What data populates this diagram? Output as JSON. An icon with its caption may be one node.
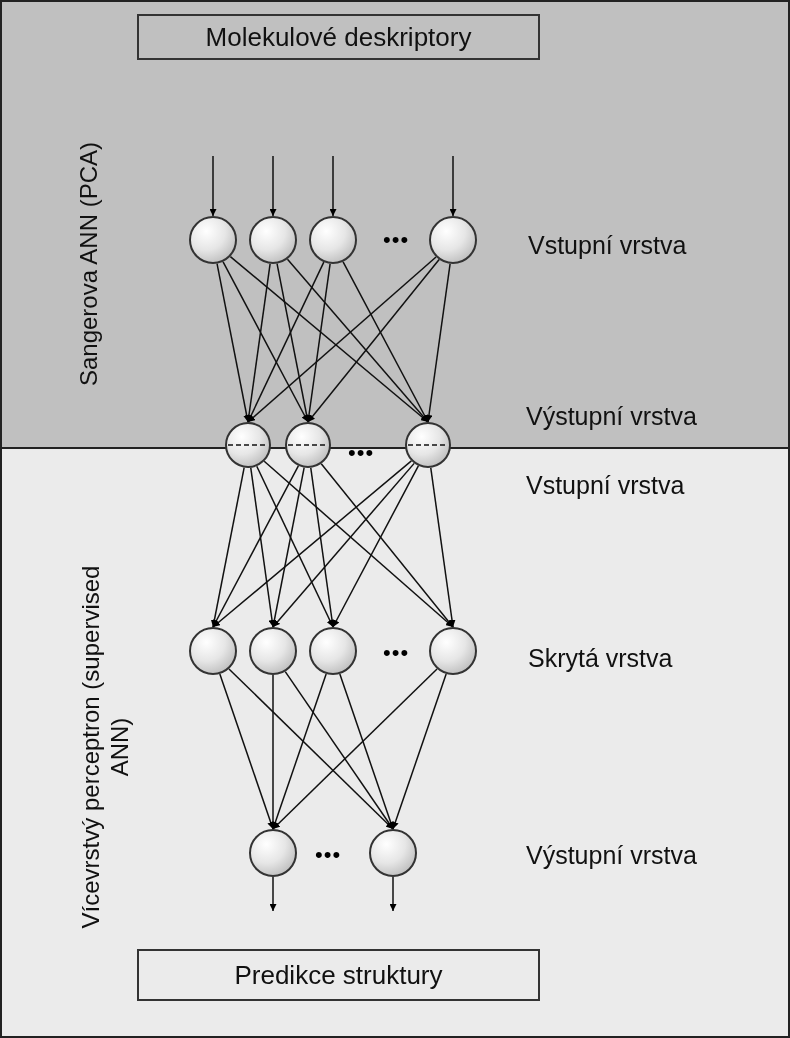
{
  "diagram": {
    "nodes": [
      {
        "text": [
          "Sangerova ANN (PCA)"
        ]
      },
      {
        "text": [
          "Molekulové deskriptory"
        ],
        "in": 0
      },
      {
        "text": [],
        "shape": "circle",
        "in": 0
      },
      {
        "text": [],
        "shape": "circle",
        "in": 0
      },
      {
        "text": [],
        "shape": "circle",
        "in": 0
      },
      {
        "text": [],
        "shape": "circle",
        "in": 0
      },
      {
        "text": [],
        "shape": "circle"
      },
      {
        "text": [],
        "shape": "circle"
      },
      {
        "text": [],
        "shape": "circle"
      },
      {
        "text": [
          "Vícevrstvý perceptron (supervised ANN)"
        ]
      },
      {
        "text": [],
        "shape": "circle",
        "in": 9
      },
      {
        "text": [],
        "shape": "circle",
        "in": 9
      },
      {
        "text": [],
        "shape": "circle",
        "in": 9
      },
      {
        "text": [],
        "shape": "circle",
        "in": 9
      },
      {
        "text": [],
        "shape": "circle",
        "in": 9
      },
      {
        "text": [],
        "shape": "circle",
        "in": 9
      },
      {
        "text": [
          "Predikce struktury"
        ],
        "in": 9
      }
    ],
    "edges": [
      {
        "from": null,
        "to": 2,
        "arrow": "to"
      },
      {
        "from": null,
        "to": 3,
        "arrow": "to"
      },
      {
        "from": null,
        "to": 4,
        "arrow": "to"
      },
      {
        "from": null,
        "to": 5,
        "arrow": "to"
      },
      {
        "from": 2,
        "to": 6,
        "arrow": "to"
      },
      {
        "from": 2,
        "to": 7,
        "arrow": "to"
      },
      {
        "from": 2,
        "to": 8,
        "arrow": "to"
      },
      {
        "from": 3,
        "to": 6,
        "arrow": "to"
      },
      {
        "from": 3,
        "to": 7,
        "arrow": "to"
      },
      {
        "from": 3,
        "to": 8,
        "arrow": "to"
      },
      {
        "from": 4,
        "to": 6,
        "arrow": "to"
      },
      {
        "from": 4,
        "to": 7,
        "arrow": "to"
      },
      {
        "from": 4,
        "to": 8,
        "arrow": "to"
      },
      {
        "from": 5,
        "to": 6,
        "arrow": "to"
      },
      {
        "from": 5,
        "to": 7,
        "arrow": "to"
      },
      {
        "from": 5,
        "to": 8,
        "arrow": "to"
      },
      {
        "from": 6,
        "to": 10,
        "arrow": "to"
      },
      {
        "from": 6,
        "to": 11,
        "arrow": "to"
      },
      {
        "from": 6,
        "to": 12,
        "arrow": "to"
      },
      {
        "from": 6,
        "to": 13,
        "arrow": "to"
      },
      {
        "from": 7,
        "to": 10,
        "arrow": "to"
      },
      {
        "from": 7,
        "to": 11,
        "arrow": "to"
      },
      {
        "from": 7,
        "to": 12,
        "arrow": "to"
      },
      {
        "from": 7,
        "to": 13,
        "arrow": "to"
      },
      {
        "from": 8,
        "to": 10,
        "arrow": "to"
      },
      {
        "from": 8,
        "to": 11,
        "arrow": "to"
      },
      {
        "from": 8,
        "to": 12,
        "arrow": "to"
      },
      {
        "from": 8,
        "to": 13,
        "arrow": "to"
      },
      {
        "from": 10,
        "to": 14,
        "arrow": "to"
      },
      {
        "from": 10,
        "to": 15,
        "arrow": "to"
      },
      {
        "from": 11,
        "to": 14,
        "arrow": "to"
      },
      {
        "from": 11,
        "to": 15,
        "arrow": "to"
      },
      {
        "from": 12,
        "to": 14,
        "arrow": "to"
      },
      {
        "from": 12,
        "to": 15,
        "arrow": "to"
      },
      {
        "from": 13,
        "to": 14,
        "arrow": "to"
      },
      {
        "from": 13,
        "to": 15,
        "arrow": "to"
      },
      {
        "from": 14,
        "to": null,
        "arrow": "to"
      },
      {
        "from": 15,
        "to": null,
        "arrow": "to"
      }
    ],
    "labels": [
      "•••",
      "Vstupní vrstva",
      "Výstupní vrstva",
      "•••",
      "Vstupní vrstva",
      "•••",
      "Skrytá vrstva",
      "•••",
      "Výstupní vrstva"
    ]
  }
}
